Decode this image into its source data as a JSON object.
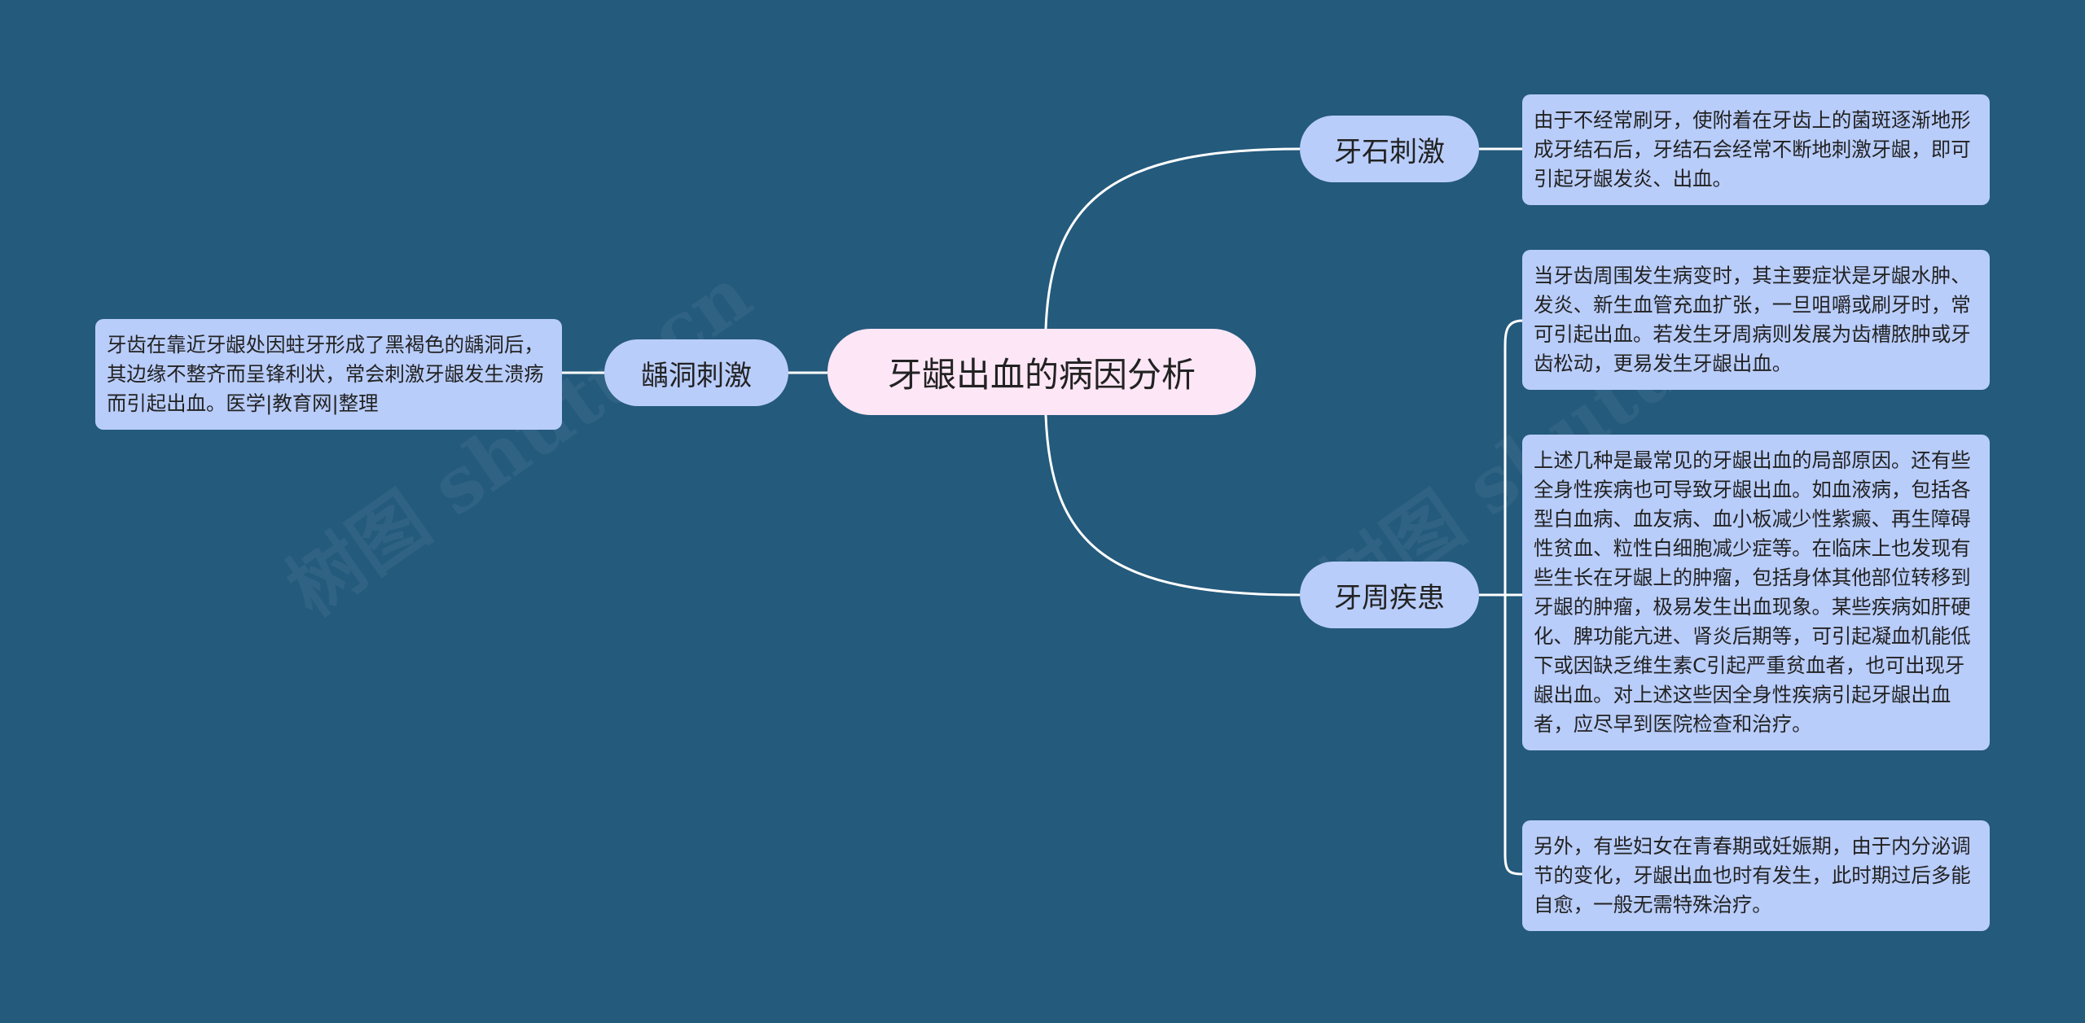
{
  "watermark": "树图 shutu.cn",
  "colors": {
    "background": "#245a7c",
    "root_fill": "#fde6f6",
    "node_fill": "#b9cdfb",
    "connector": "#ffffff"
  },
  "root": {
    "title": "牙龈出血的病因分析"
  },
  "branches": {
    "tartar": {
      "label": "牙石刺激",
      "notes": [
        "由于不经常刷牙，使附着在牙齿上的菌斑逐渐地形成牙结石后，牙结石会经常不断地刺激牙龈，即可引起牙龈发炎、出血。"
      ]
    },
    "periodontal": {
      "label": "牙周疾患",
      "notes": [
        "当牙齿周围发生病变时，其主要症状是牙龈水肿、发炎、新生血管充血扩张，一旦咀嚼或刷牙时，常可引起出血。若发生牙周病则发展为齿槽脓肿或牙齿松动，更易发生牙龈出血。",
        "上述几种是最常见的牙龈出血的局部原因。还有些全身性疾病也可导致牙龈出血。如血液病，包括各型白血病、血友病、血小板减少性紫癜、再生障碍性贫血、粒性白细胞减少症等。在临床上也发现有些生长在牙龈上的肿瘤，包括身体其他部位转移到牙龈的肿瘤，极易发生出血现象。某些疾病如肝硬化、脾功能亢进、肾炎后期等，可引起凝血机能低下或因缺乏维生素C引起严重贫血者，也可出现牙龈出血。对上述这些因全身性疾病引起牙龈出血者，应尽早到医院检查和治疗。",
        "另外，有些妇女在青春期或妊娠期，由于内分泌调节的变化，牙龈出血也时有发生，此时期过后多能自愈，一般无需特殊治疗。"
      ]
    },
    "caries": {
      "label": "龋洞刺激",
      "notes": [
        "牙齿在靠近牙龈处因蛀牙形成了黑褐色的龋洞后，其边缘不整齐而呈锋利状，常会刺激牙龈发生溃疡而引起出血。医学|教育网|整理"
      ]
    }
  }
}
